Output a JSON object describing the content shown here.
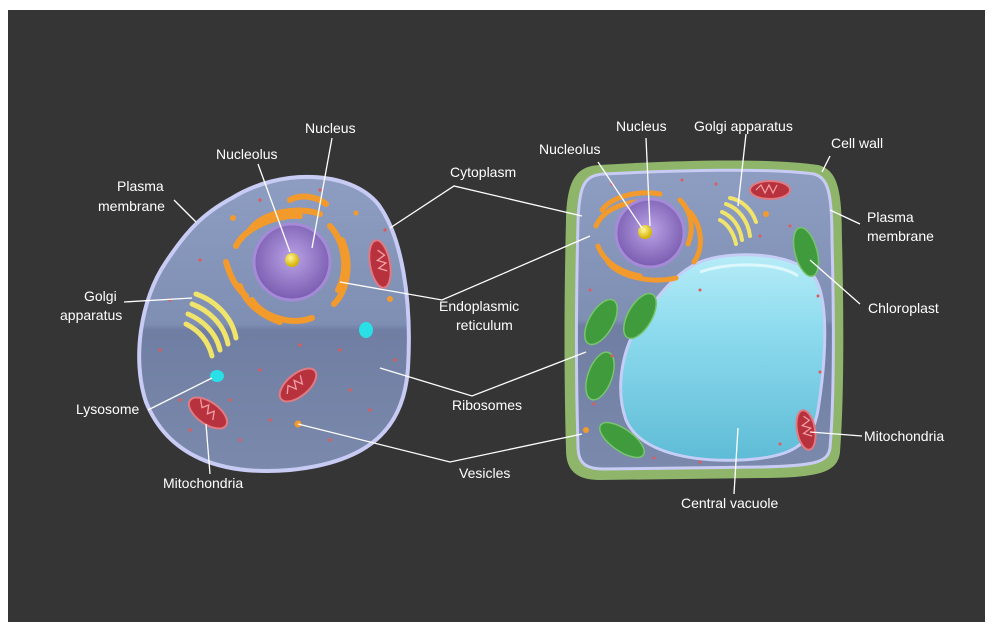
{
  "labels": {
    "animal_nucleus": "Nucleus",
    "animal_nucleolus": "Nucleolus",
    "animal_plasma_membrane_1": "Plasma",
    "animal_plasma_membrane_2": "membrane",
    "animal_golgi_1": "Golgi",
    "animal_golgi_2": "apparatus",
    "animal_lysosome": "Lysosome",
    "animal_mitochondria": "Mitochondria",
    "cytoplasm": "Cytoplasm",
    "endoplasmic_reticulum_1": "Endoplasmic",
    "endoplasmic_reticulum_2": "reticulum",
    "ribosomes": "Ribosomes",
    "vesicles": "Vesicles",
    "plant_nucleolus": "Nucleolus",
    "plant_nucleus": "Nucleus",
    "plant_golgi": "Golgi apparatus",
    "cell_wall": "Cell wall",
    "plant_plasma_membrane_1": "Plasma",
    "plant_plasma_membrane_2": "membrane",
    "chloroplast": "Chloroplast",
    "plant_mitochondria": "Mitochondria",
    "central_vacuole": "Central vacuole"
  },
  "colors": {
    "background": "#353535",
    "cytoplasm": "#7d8db2",
    "membrane": "#c9ccf5",
    "cell_wall": "#8fb56a",
    "nucleus": "#8a6fbf",
    "nucleolus": "#f1d21b",
    "er": "#f39a2c",
    "golgi": "#eee36a",
    "mitochondria": "#b8323e",
    "lysosome": "#28e0e6",
    "chloroplast": "#3f9b3c",
    "vacuole": "#7fd6ea",
    "label": "#ffffff"
  }
}
